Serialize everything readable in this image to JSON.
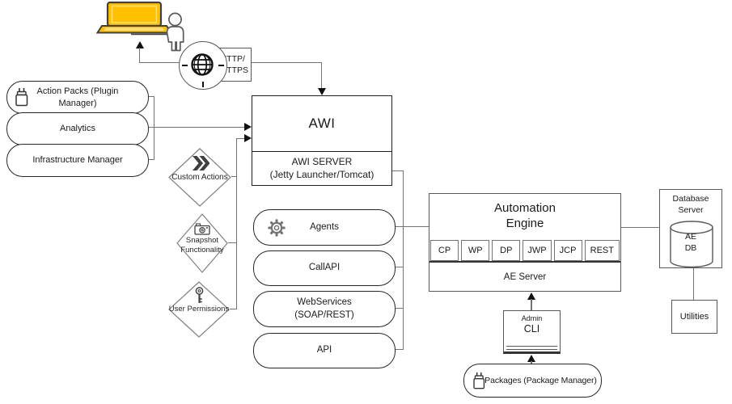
{
  "colors": {
    "laptop_yellow": "#FFC000",
    "laptop_highlight": "#FFE08A",
    "box_border_dark": "#262626",
    "box_border_gray": "#595959",
    "connector_gray": "#737373",
    "diamond_border": "#808080",
    "icon_gray": "#404040",
    "arrow_black": "#111111"
  },
  "icons": {
    "client": [
      "laptop-icon",
      "person-icon"
    ],
    "network": "globe-network-icon",
    "plugin": "plug-icon",
    "agents": "gear-icon",
    "custom_actions": "double-chevron-icon",
    "snapshot": "camera-icon",
    "permissions": "key-icon",
    "database": "cylinder-icon"
  },
  "client": {
    "http_line1": "HTTP/",
    "http_line2": "HTTPS"
  },
  "modules": [
    {
      "line1": "Action Packs (Plugin",
      "line2": "Manager)"
    },
    {
      "line1": "Analytics",
      "line2": ""
    },
    {
      "line1": "Infrastructure Manager",
      "line2": ""
    }
  ],
  "awi": {
    "title": "AWI",
    "server_line1": "AWI SERVER",
    "server_line2": "(Jetty Launcher/Tomcat)"
  },
  "features": [
    {
      "line1": "Custom Actions",
      "line2": ""
    },
    {
      "line1": "Snapshot",
      "line2": "Functionality"
    },
    {
      "line1": "User Permissions",
      "line2": ""
    }
  ],
  "interfaces": [
    {
      "line1": "Agents",
      "line2": ""
    },
    {
      "line1": "CallAPI",
      "line2": ""
    },
    {
      "line1": "WebServices",
      "line2": "(SOAP/REST)"
    },
    {
      "line1": "API",
      "line2": ""
    }
  ],
  "ae": {
    "title_line1": "Automation",
    "title_line2": "Engine",
    "processes": [
      "CP",
      "WP",
      "DP",
      "JWP",
      "JCP",
      "REST"
    ],
    "server_label": "AE Server"
  },
  "db": {
    "title_line1": "Database",
    "title_line2": "Server",
    "name_line1": "AE",
    "name_line2": "DB"
  },
  "utilities": {
    "label": "Utilities"
  },
  "admin": {
    "line1": "Admin",
    "line2": "CLI"
  },
  "packages": {
    "label": "Packages (Package Manager)"
  }
}
